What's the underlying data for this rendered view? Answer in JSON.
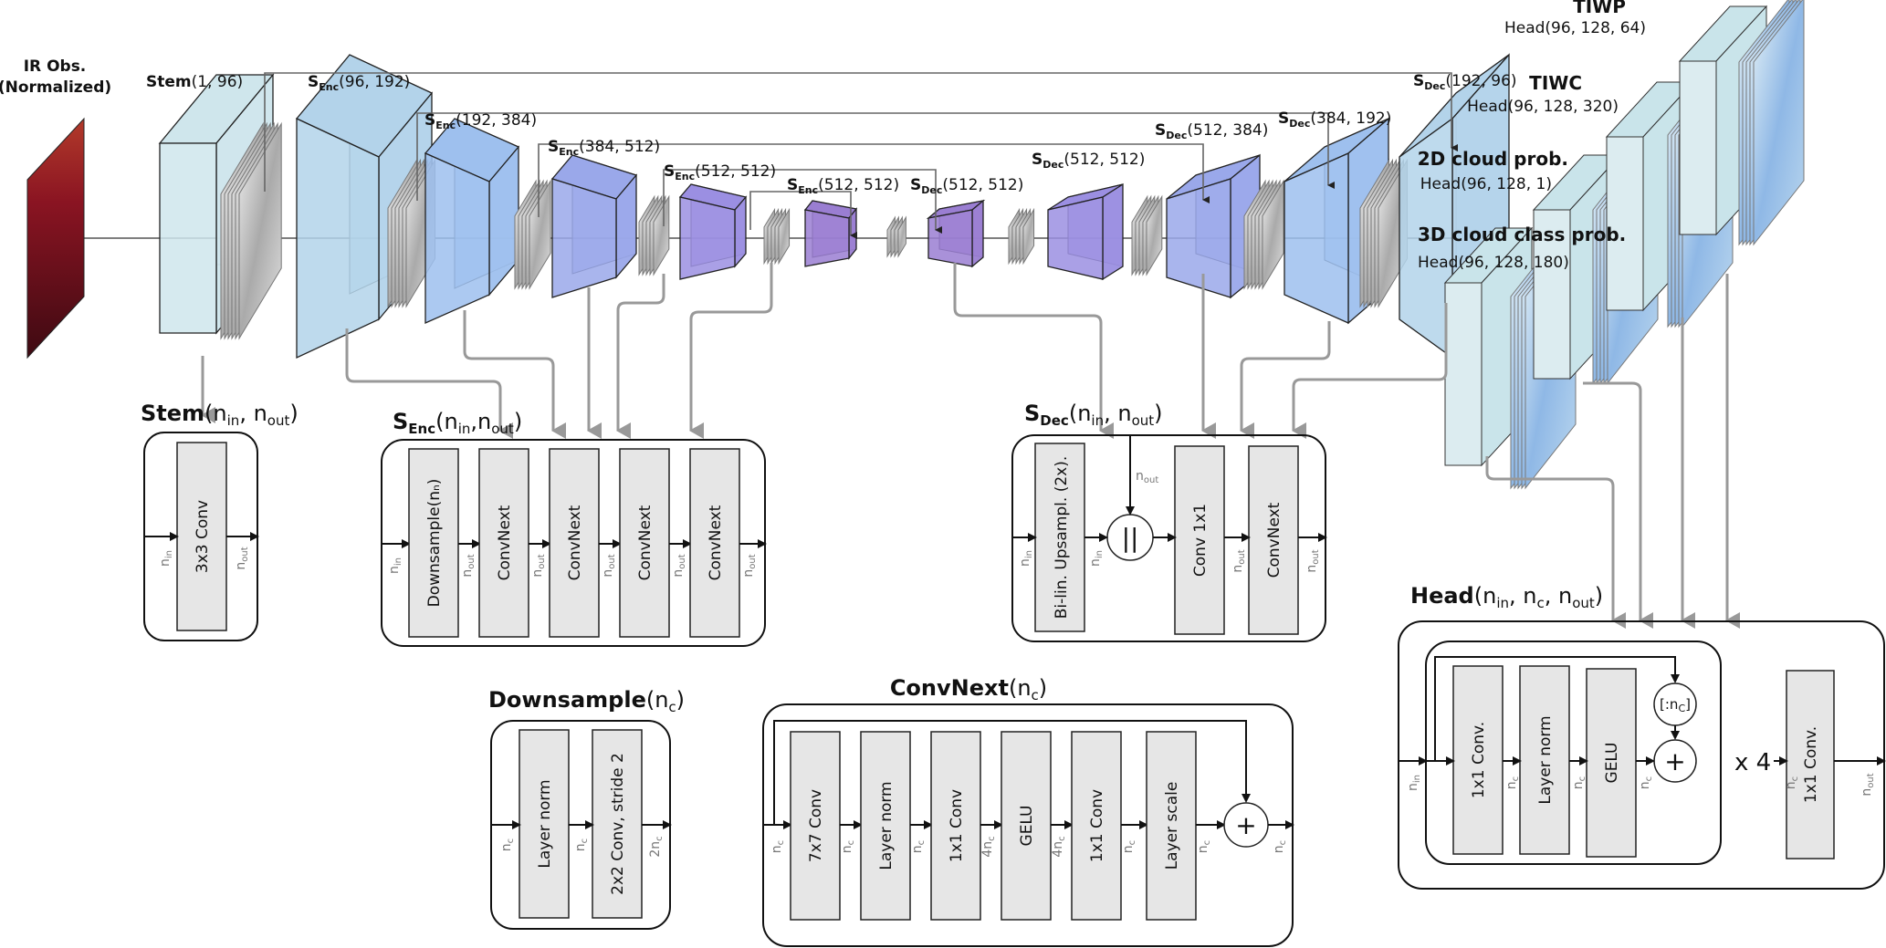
{
  "top": {
    "input_label_line1": "IR Obs.",
    "input_label_line2": "(Normalized)",
    "stages": [
      {
        "name": "Stem",
        "sub": "",
        "args": "(1, 96)"
      },
      {
        "name": "S",
        "sub": "Enc",
        "args": "(96, 192)"
      },
      {
        "name": "S",
        "sub": "Enc",
        "args": "(192, 384)"
      },
      {
        "name": "S",
        "sub": "Enc",
        "args": "(384, 512)"
      },
      {
        "name": "S",
        "sub": "Enc",
        "args": "(512, 512)"
      },
      {
        "name": "S",
        "sub": "Enc",
        "args": "(512, 512)"
      },
      {
        "name": "S",
        "sub": "Dec",
        "args": "(512, 512)"
      },
      {
        "name": "S",
        "sub": "Dec",
        "args": "(512, 512)"
      },
      {
        "name": "S",
        "sub": "Dec",
        "args": "(512, 384)"
      },
      {
        "name": "S",
        "sub": "Dec",
        "args": "(384, 192)"
      },
      {
        "name": "S",
        "sub": "Dec",
        "args": "(192, 96)"
      }
    ],
    "heads": [
      {
        "title": "TIWP",
        "args": "Head(96, 128, 64)"
      },
      {
        "title": "TIWC",
        "args": "Head(96, 128, 320)"
      },
      {
        "title": "2D cloud prob.",
        "args": "Head(96, 128, 1)"
      },
      {
        "title": "3D cloud class prob.",
        "args": "Head(96, 128, 180)"
      }
    ]
  },
  "blocks": {
    "stem": {
      "title": "Stem",
      "params": "(n",
      "p_in": "in",
      "p_sep": ", n",
      "p_out": "out",
      "p_end": ")",
      "layers": [
        "3x3 Conv"
      ],
      "dims": [
        "n_in",
        "n_out"
      ]
    },
    "enc": {
      "title": "S",
      "title_sub": "Enc",
      "params": "(n",
      "p_in": "in",
      "p_sep": ",n",
      "p_out": "out",
      "p_end": ")",
      "layers": [
        "Downsample(nₙ)",
        "ConvNext",
        "ConvNext",
        "ConvNext",
        "ConvNext"
      ],
      "dims": [
        "n_in",
        "n_out",
        "n_out",
        "n_out",
        "n_out",
        "n_out"
      ]
    },
    "dec": {
      "title": "S",
      "title_sub": "Dec",
      "params": "(n",
      "p_in": "in",
      "p_sep": ", n",
      "p_out": "out",
      "p_end": ")",
      "layers": [
        "Bi-lin. Upsampl. (2x).",
        "Conv 1x1",
        "ConvNext"
      ],
      "concat_symbol": "||",
      "skip_dim": "n_out",
      "dims": [
        "n_in",
        "n_in",
        "n_out",
        "n_out"
      ]
    },
    "head": {
      "title": "Head",
      "params": "(n",
      "p_in": "in",
      "p_sep1": ", n",
      "p_c": "c",
      "p_sep2": ", n",
      "p_out": "out",
      "p_end": ")",
      "layers": [
        "1x1 Conv.",
        "Layer norm",
        "GELU",
        "1x1 Conv."
      ],
      "slice_symbol": "[:n",
      "slice_sub": "C",
      "slice_end": "]",
      "add_symbol": "+",
      "repeat": "x 4",
      "dims": [
        "n_in",
        "n_c",
        "n_c",
        "n_c",
        "n_c",
        "n_out"
      ]
    },
    "down": {
      "title": "Downsample",
      "params": "(n",
      "p_c": "c",
      "p_end": ")",
      "layers": [
        "Layer norm",
        "2x2 Conv, stride 2"
      ],
      "dims": [
        "n_c",
        "n_c",
        "2n_c"
      ]
    },
    "convnext": {
      "title": "ConvNext",
      "params": "(n",
      "p_c": "c",
      "p_end": ")",
      "layers": [
        "7x7 Conv",
        "Layer norm",
        "1x1 Conv",
        "GELU",
        "1x1 Conv",
        "Layer scale"
      ],
      "add_symbol": "+",
      "dims": [
        "n_c",
        "n_c",
        "n_c",
        "4n_c",
        "4n_c",
        "n_c",
        "n_c"
      ]
    }
  },
  "colors": {
    "input_map": "#7a0f1f",
    "stem_block": "#cfe6ec",
    "enc1": "#b3d3ea",
    "enc2": "#9ec0ee",
    "enc3": "#9aa8ea",
    "enc4": "#9b8fe2",
    "enc5": "#9a7ed2",
    "head_block": "#c9e4ea",
    "layer_box": "#e6e6e6",
    "connector": "#999999"
  }
}
